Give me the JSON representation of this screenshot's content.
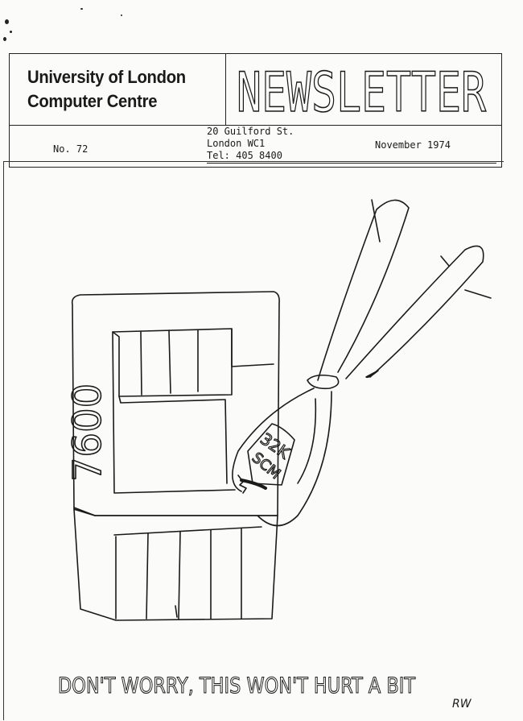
{
  "masthead": {
    "org_line1": "University of London",
    "org_line2": "Computer Centre",
    "title": "NEWSLETTER",
    "issue": "No. 72",
    "address": [
      "20 Guilford St.",
      "London WC1",
      "Tel: 405 8400"
    ],
    "date": "November 1974"
  },
  "cartoon": {
    "machine_label": "7600",
    "memory_label_top": "32K",
    "memory_label_bottom": "SCM",
    "caption": "DON'T WORRY, THIS WON'T HURT A BIT",
    "initials": "RW"
  }
}
